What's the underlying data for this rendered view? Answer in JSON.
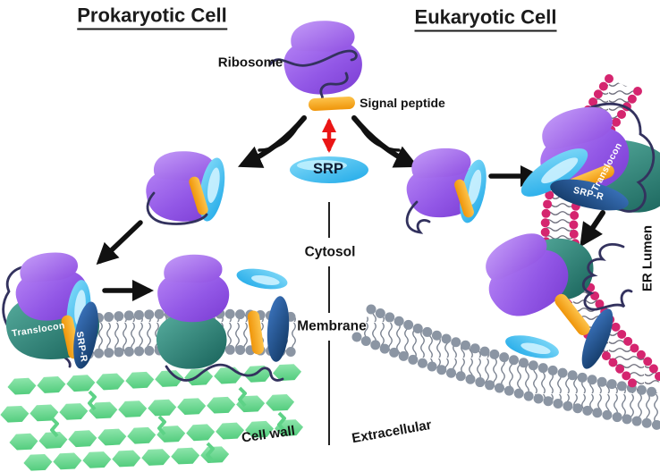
{
  "figure": {
    "left_title": "Prokaryotic Cell",
    "right_title": "Eukaryotic Cell",
    "labels": {
      "ribosome": "Ribosome",
      "signal_peptide": "Signal peptide",
      "srp": "SRP",
      "cytosol": "Cytosol",
      "membrane": "Membrane",
      "extracellular": "Extracellular",
      "cell_wall": "Cell wall",
      "er_lumen": "ER Lumen",
      "translocon": "Translocon",
      "srp_receptor": "SRP-R"
    },
    "colors": {
      "ribosome_purple": "#8A4BE0",
      "ribosome_purple_light": "#B583F5",
      "srp_cyan": "#3FC2F0",
      "signal_peptide_orange": "#F6A41C",
      "translocon_teal": "#2F8A7E",
      "srp_receptor_blue": "#1E4B8C",
      "er_lipid_pink": "#D5256F",
      "membrane_gray": "#8B95A3",
      "cell_wall_green": "#6AD692",
      "nascent_protein_navy": "#33325E",
      "arrow_black": "#111111",
      "arrow_red": "#EA1515",
      "text_dark": "#1b1b1b"
    }
  }
}
